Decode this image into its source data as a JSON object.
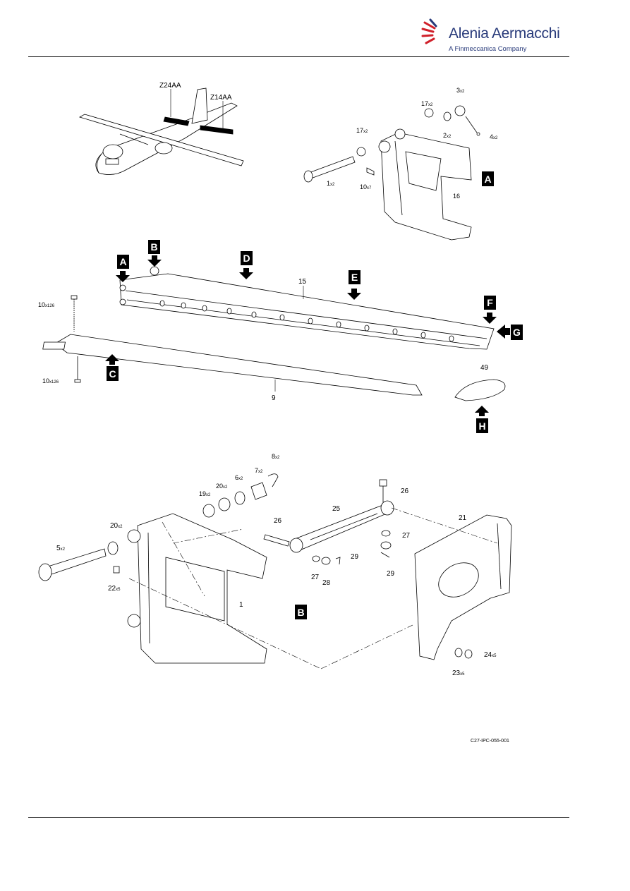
{
  "brand": {
    "name": "Alenia Aermacchi",
    "tagline": "A Finmeccanica Company",
    "accent_red": "#d0202a",
    "accent_blue": "#283a7a"
  },
  "figure_id": "C27-IPC-055-001",
  "aircraft_labels": [
    "Z24AA",
    "Z14AA"
  ],
  "view_markers": [
    "A",
    "B",
    "C",
    "D",
    "E",
    "F",
    "G",
    "H"
  ],
  "callouts": {
    "top": [
      {
        "num": "3",
        "qty": "x2"
      },
      {
        "num": "17",
        "qty": "x2"
      },
      {
        "num": "17",
        "qty": "x2"
      },
      {
        "num": "2",
        "qty": "x2"
      },
      {
        "num": "4",
        "qty": "x2"
      },
      {
        "num": "1",
        "qty": "x2"
      },
      {
        "num": "10",
        "qty": "x7"
      },
      {
        "num": "16",
        "qty": ""
      }
    ],
    "middle": [
      {
        "num": "15",
        "qty": ""
      },
      {
        "num": "10",
        "qty": "x126"
      },
      {
        "num": "10",
        "qty": "x126"
      },
      {
        "num": "9",
        "qty": ""
      },
      {
        "num": "49",
        "qty": ""
      }
    ],
    "bottom": [
      {
        "num": "8",
        "qty": "x2"
      },
      {
        "num": "7",
        "qty": "x2"
      },
      {
        "num": "6",
        "qty": "x2"
      },
      {
        "num": "20",
        "qty": "x2"
      },
      {
        "num": "19",
        "qty": "x2"
      },
      {
        "num": "20",
        "qty": "x2"
      },
      {
        "num": "5",
        "qty": "x2"
      },
      {
        "num": "22",
        "qty": "x5"
      },
      {
        "num": "26",
        "qty": ""
      },
      {
        "num": "26",
        "qty": ""
      },
      {
        "num": "25",
        "qty": ""
      },
      {
        "num": "27",
        "qty": ""
      },
      {
        "num": "27",
        "qty": ""
      },
      {
        "num": "28",
        "qty": ""
      },
      {
        "num": "29",
        "qty": ""
      },
      {
        "num": "29",
        "qty": ""
      },
      {
        "num": "1",
        "qty": ""
      },
      {
        "num": "21",
        "qty": ""
      },
      {
        "num": "24",
        "qty": "x5"
      },
      {
        "num": "23",
        "qty": "x5"
      }
    ]
  }
}
